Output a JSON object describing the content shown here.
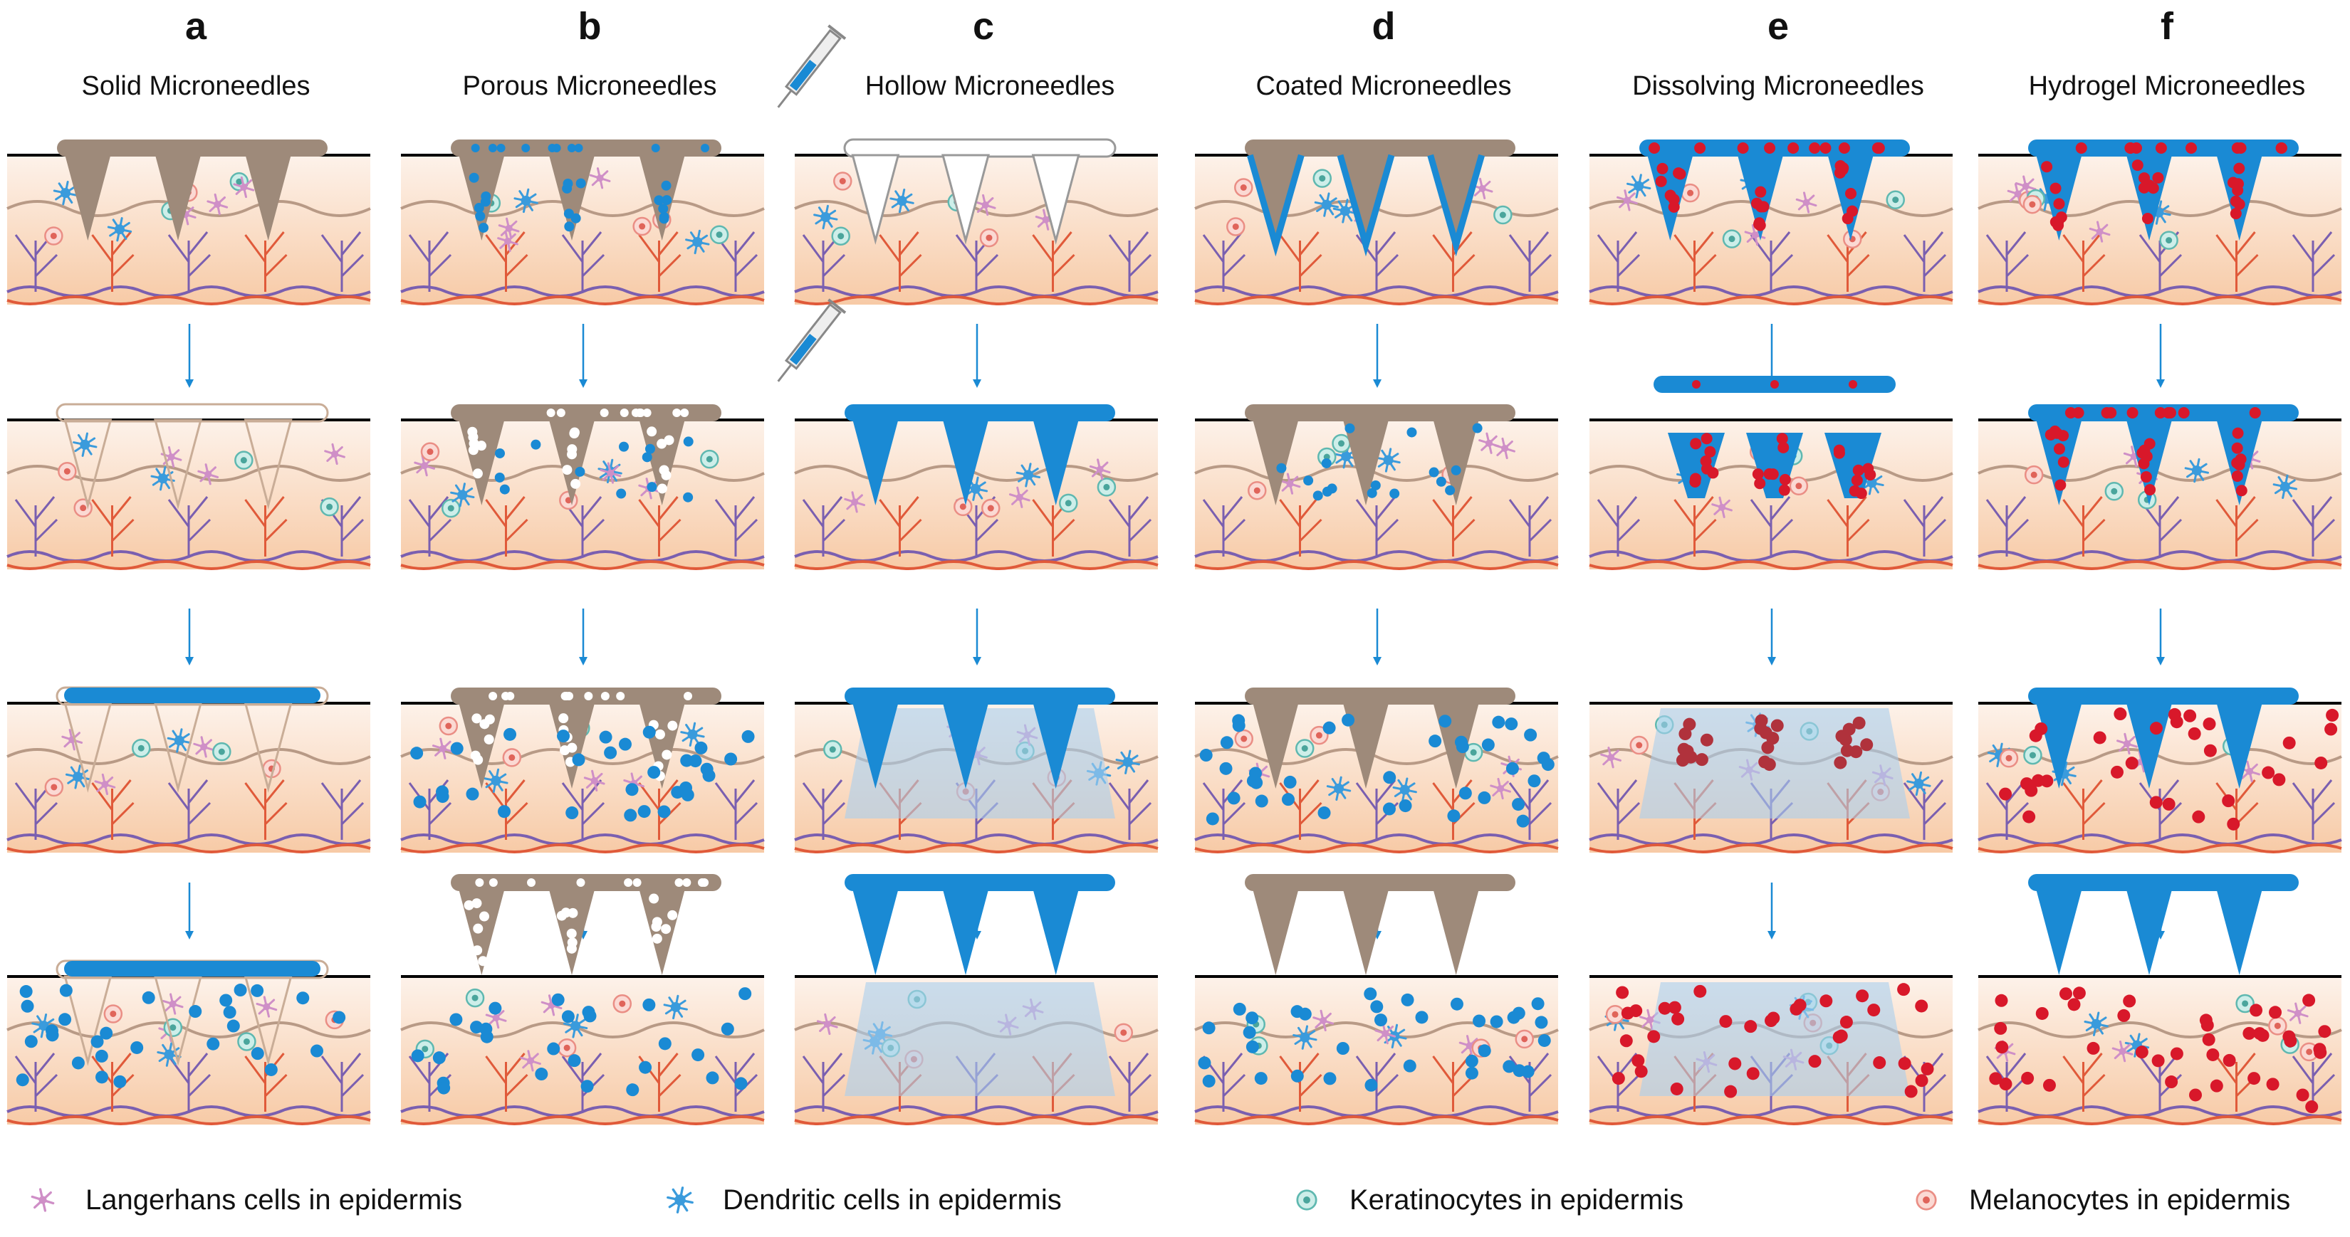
{
  "columns": [
    {
      "letter": "a",
      "title": "Solid Microneedles"
    },
    {
      "letter": "b",
      "title": "Porous Microneedles"
    },
    {
      "letter": "c",
      "title": "Hollow Microneedles"
    },
    {
      "letter": "d",
      "title": "Coated Microneedles"
    },
    {
      "letter": "e",
      "title": "Dissolving Microneedles"
    },
    {
      "letter": "f",
      "title": "Hydrogel Microneedles"
    }
  ],
  "legend": [
    {
      "label": "Langerhans cells in epidermis",
      "icon": "langerhans-cell-icon"
    },
    {
      "label": "Dendritic cells in epidermis",
      "icon": "dendritic-cell-icon"
    },
    {
      "label": "Keratinocytes in epidermis",
      "icon": "keratinocyte-icon"
    },
    {
      "label": "Melanocytes in epidermis",
      "icon": "melanocyte-icon"
    }
  ],
  "colors": {
    "drug": "#1a8ad4",
    "drug_red": "#d8182a",
    "needle_brown": "#9e8a7a",
    "skin_top": "#fdf2ea",
    "skin_bottom": "#f7caa6",
    "vessel_red": "#e05a3a",
    "vessel_purple": "#7a5fb0",
    "diffusion": "#a9cfee"
  }
}
